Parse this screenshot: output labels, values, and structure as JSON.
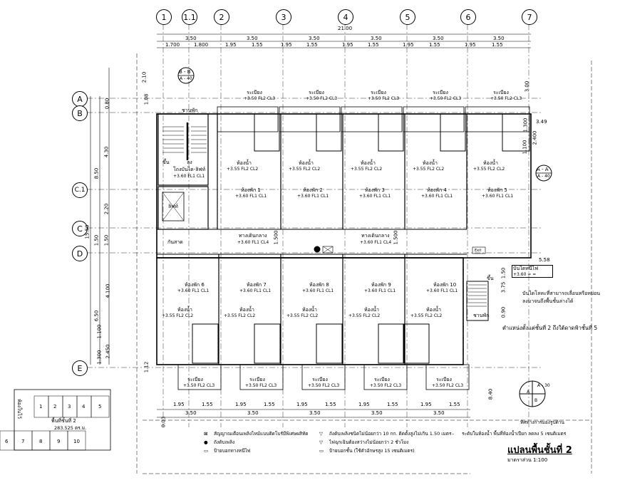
{
  "title": "แปลนพื้นชั้นที่ 2",
  "scale": "มาตราส่วน 1:100",
  "north_label": "ทิศทางการมองรูปด้าน",
  "grid_cols": [
    "1",
    "1.1",
    "2",
    "3",
    "4",
    "5",
    "6",
    "7"
  ],
  "grid_rows": [
    "A",
    "B",
    "C.1",
    "C",
    "D",
    "E"
  ],
  "top_dims": {
    "total": "21.00",
    "row1": [
      "3.50",
      "3.50",
      "3.50",
      "3.50",
      "3.50",
      "3.50"
    ],
    "row2": [
      "1.700",
      "1.800",
      "1.95",
      "1.55",
      "1.95",
      "1.55",
      "1.95",
      "1.55",
      "1.95",
      "1.55",
      "1.95",
      "1.55"
    ]
  },
  "bottom_dims": {
    "row1": [
      "1.95",
      "1.55",
      "1.95",
      "1.55",
      "1.95",
      "1.55",
      "1.95",
      "1.55",
      "1.95",
      "1.55"
    ],
    "row2": [
      "3.50",
      "3.50",
      "3.50",
      "3.50",
      "3.50"
    ],
    "extra": "8.40",
    "extra2": "0.03"
  },
  "left_dims": [
    "2.10",
    "1.08",
    "0.80",
    "4.30",
    "8.50",
    "2.20",
    "1.50",
    "1.50",
    "15.50",
    "4.100",
    "6.50",
    "2.450",
    "1.100",
    "1.300",
    "1.12"
  ],
  "right_dims": [
    "3.00",
    "3.49",
    "1.300",
    "2.400",
    "1.100",
    "5.58",
    "1.50",
    "3.75",
    "0.90"
  ],
  "section_marks": {
    "bb": "B - B",
    "bb_ref": "A - 40",
    "aa": "A - A",
    "aa_ref": "A - 40"
  },
  "stair_labels": {
    "up": "ขึ้น",
    "down": "ลง",
    "up_stair": "ขึ้น",
    "stair_room": "ชานพัก",
    "stair_room2": "ชานพัก",
    "hall_label": "โถงบันได-ลิฟท์",
    "hall_level": "+3.60 FL1 CL1",
    "lift": "ลิฟท์",
    "fire": "กันสาด"
  },
  "balcony": {
    "name": "ระเบียง",
    "level": "+3.50 FL2 CL3"
  },
  "bathroom": {
    "name": "ห้องน้ำ",
    "level": "+3.55 FL2 CL2"
  },
  "bedrooms_top": [
    {
      "name": "ห้องพัก 1",
      "level": "+3.60 FL1 CL1"
    },
    {
      "name": "ห้องพัก 2",
      "level": "+3.60 FL1 CL1"
    },
    {
      "name": "ห้องพัก 3",
      "level": "+3.60 FL1 CL1"
    },
    {
      "name": "ห้องพัก 4",
      "level": "+3.60 FL1 CL1"
    },
    {
      "name": "ห้องพัก 5",
      "level": "+3.60 FL1 CL1"
    }
  ],
  "bedrooms_bottom": [
    {
      "name": "ห้องพัก 6",
      "level": "+3.60 FL1 CL1"
    },
    {
      "name": "ห้องพัก 7",
      "level": "+3.60 FL1 CL1"
    },
    {
      "name": "ห้องพัก 8",
      "level": "+3.60 FL1 CL1"
    },
    {
      "name": "ห้องพัก 9",
      "level": "+3.60 FL1 CL1"
    },
    {
      "name": "ห้องพัก 10",
      "level": "+3.60 FL1 CL1"
    }
  ],
  "corridor": {
    "name": "ทางเดินกลาง",
    "level": "+3.60 FL1 CL4",
    "dim": "1.500"
  },
  "fire_stair": {
    "name": "บันไดหนีไฟ",
    "level": "+3.60 = =",
    "note1": "บันไดโลหะที่สามารถเลื่อนหรือหย่อน",
    "note2": "ลงมาจนถึงพื้นชั้นล่างได้",
    "note3": "ตำแหน่งตั้งแต่ชั้นที่ 2 ถึงใต้ดาดฟ้าชั้นที่ 5",
    "exit": "Exit"
  },
  "key_plan": {
    "label": "ห้องในไว้",
    "floor_label": "พื้นที่ชั้นที่ 2",
    "area": "283.525 ตร.ม.",
    "top_row": [
      "1",
      "2",
      "3",
      "4",
      "5"
    ],
    "bottom_row": [
      "6",
      "7",
      "8",
      "9",
      "10"
    ]
  },
  "legend": [
    {
      "symbol": "box-x",
      "text": "สัญญาณเตือนเพลิงไหม้แบบติดโบรัมีพิเศษผสิทัด"
    },
    {
      "symbol": "circle",
      "text": "ถังดับเพลิง"
    },
    {
      "symbol": "exit-box",
      "text": "ป้ายบอกทางหนีไฟ"
    },
    {
      "symbol": "triangle",
      "text": "ถังดับเพลิงชนิดไม่น้อยกว่า 10 กก. ติดตั้งสูงไม่เกิน 1.50 เมตร"
    },
    {
      "symbol": "triangle",
      "text": "ไฟฉุกเฉินต้องสว่างไม่น้อยกว่า 2 ชั่วโมง"
    },
    {
      "symbol": "exit-box",
      "text": "ป้ายบอกชั้น (ใช้ตัวอักษรสูง 15 เซนติเมตร)"
    },
    {
      "symbol": "dash",
      "text": "ระดับในห้องน้ำ พื้นที่ห้องน้ำเปียก ลดลง 5 เซนติเมตร"
    }
  ],
  "north_marks": {
    "a": "A - 30",
    "b": "A",
    "c": "B"
  }
}
